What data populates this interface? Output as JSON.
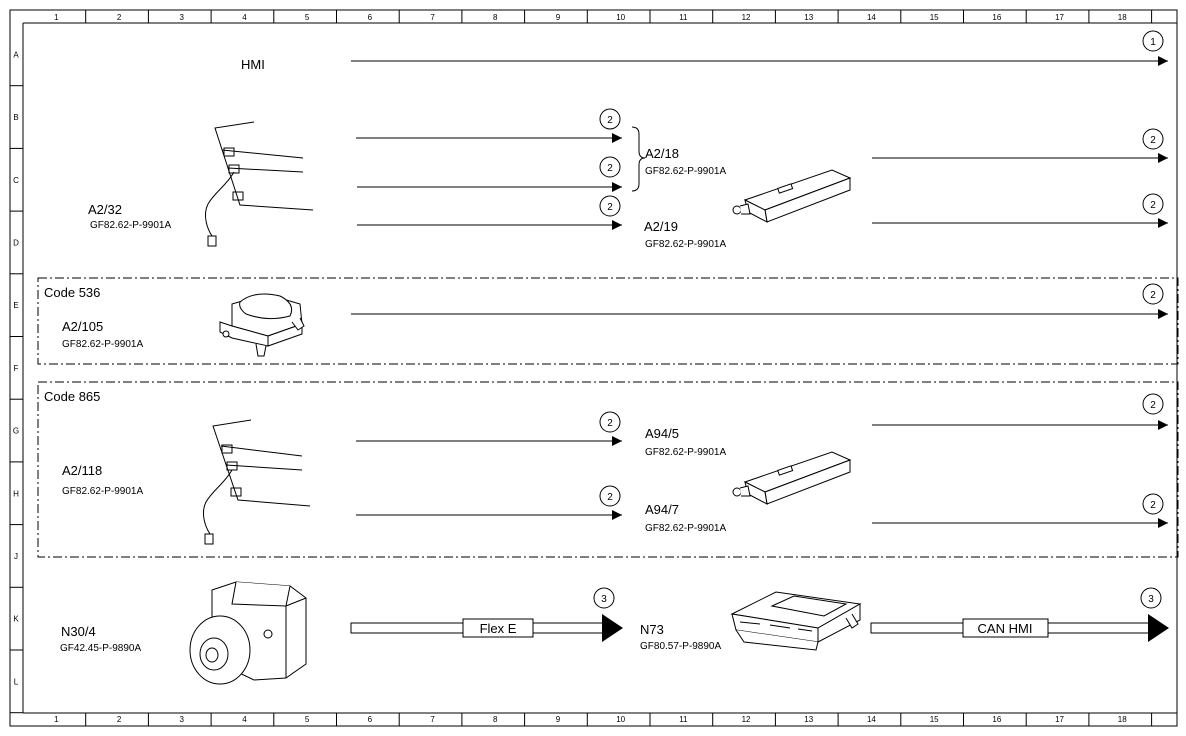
{
  "ruler": {
    "columns": [
      "1",
      "2",
      "3",
      "4",
      "5",
      "6",
      "7",
      "8",
      "9",
      "10",
      "11",
      "12",
      "13",
      "14",
      "15",
      "16",
      "17",
      "18"
    ],
    "rows": [
      "A",
      "B",
      "C",
      "D",
      "E",
      "F",
      "G",
      "H",
      "J",
      "K",
      "L"
    ]
  },
  "labels": {
    "hmi": "HMI",
    "a2_32": "A2/32",
    "a2_32_ref": "GF82.62-P-9901A",
    "a2_18": "A2/18",
    "a2_18_ref": "GF82.62-P-9901A",
    "a2_19": "A2/19",
    "a2_19_ref": "GF82.62-P-9901A",
    "code_536": "Code 536",
    "a2_105": "A2/105",
    "a2_105_ref": "GF82.62-P-9901A",
    "code_865": "Code 865",
    "a2_118": "A2/118",
    "a2_118_ref": "GF82.62-P-9901A",
    "a94_5": "A94/5",
    "a94_5_ref": "GF82.62-P-9901A",
    "a94_7": "A94/7",
    "a94_7_ref": "GF82.62-P-9901A",
    "n30_4": "N30/4",
    "n30_4_ref": "GF42.45-P-9890A",
    "n73": "N73",
    "n73_ref": "GF80.57-P-9890A",
    "flex_e": "Flex E",
    "can_hmi": "CAN HMI"
  },
  "circles": {
    "c_hmi": "1",
    "c_b1": "2",
    "c_b2": "2",
    "c_b3": "2",
    "c_b4": "2",
    "c_b5": "2",
    "c_e": "2",
    "c_g1": "2",
    "c_g2": "2",
    "c_h1": "2",
    "c_h2": "2",
    "c_flex": "3",
    "c_can": "3"
  }
}
